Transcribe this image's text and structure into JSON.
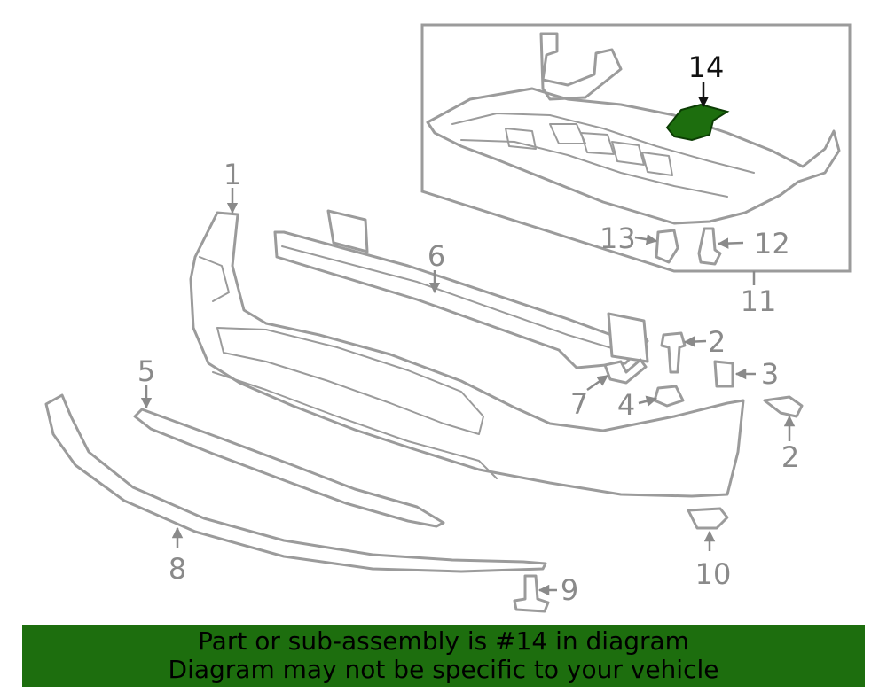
{
  "highlight_color": "#1d6e0e",
  "callouts": {
    "c1": "1",
    "c2a": "2",
    "c2b": "2",
    "c3": "3",
    "c4": "4",
    "c5": "5",
    "c6": "6",
    "c7": "7",
    "c8": "8",
    "c9": "9",
    "c10": "10",
    "c11": "11",
    "c12": "12",
    "c13": "13",
    "c14": "14"
  },
  "banner": {
    "line1": "Part or sub-assembly is #14 in diagram",
    "line2": "Diagram may not be specific to your vehicle"
  }
}
